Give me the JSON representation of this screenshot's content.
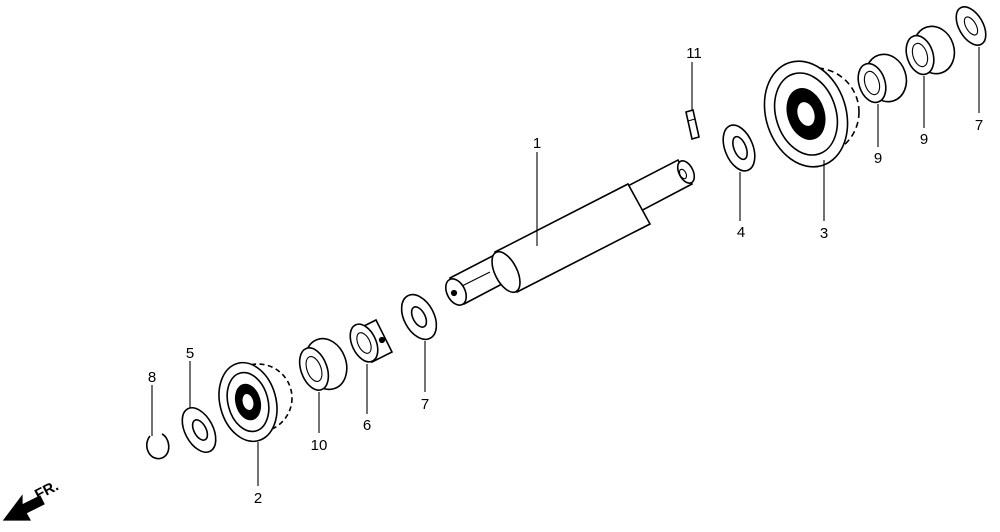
{
  "diagram": {
    "callouts": {
      "shaft": "1",
      "gear_left": "2",
      "gear_right": "3",
      "washer_4": "4",
      "washer_5": "5",
      "collar": "6",
      "washer_7_mid": "7",
      "washer_7_right": "7",
      "circlip": "8",
      "bearing_9a": "9",
      "bearing_9b": "9",
      "bearing_10": "10",
      "pin": "11"
    },
    "direction_label": "FR."
  }
}
